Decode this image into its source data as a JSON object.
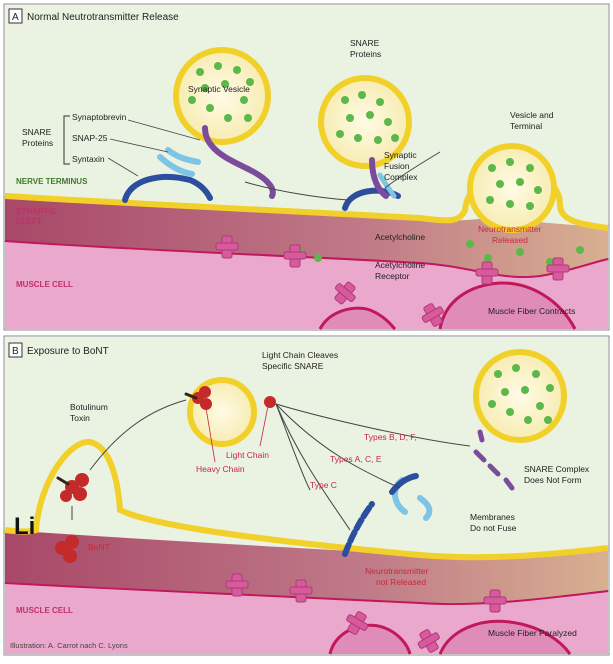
{
  "panel_a": {
    "letter": "A",
    "title": "Normal Neutrotransmitter Release",
    "labels": {
      "synaptic_vesicle": "Synaptic Vesicle",
      "snare_proteins_top_1": "SNARE",
      "snare_proteins_top_2": "Proteins",
      "vesicle_terminal_1": "Vesicle and",
      "vesicle_terminal_2": "Terminal",
      "snare_bracket_1": "SNARE",
      "snare_bracket_2": "Proteins",
      "synaptobrevin": "Synaptobrevin",
      "snap25": "SNAP-25",
      "syntaxin": "Syntaxin",
      "fusion_1": "Synaptic",
      "fusion_2": "Fusion",
      "fusion_3": "Complex",
      "nerve_terminus": "NERVE TERMINUS",
      "cleft_1": "SYNAPTIC",
      "cleft_2": "CLEFT",
      "nt_released_1": "Neurotransmitter",
      "nt_released_2": "Released",
      "acetylcholine": "Acetylcholine",
      "ach_receptor_1": "Acetylcholine",
      "ach_receptor_2": "Receptor",
      "muscle_cell": "MUSCLE CELL",
      "muscle_contracts": "Muscle Fiber Contracts"
    }
  },
  "panel_b": {
    "letter": "B",
    "title": "Exposure to BoNT",
    "labels": {
      "light_chain_cleaves_1": "Light Chain Cleaves",
      "light_chain_cleaves_2": "Specific SNARE",
      "botulinum_1": "Botulinum",
      "botulinum_2": "Toxin",
      "heavy_chain": "Heavy Chain",
      "light_chain": "Light Chain",
      "types_bdf": "Types B, D, F,",
      "types_ace": "Types A, C, E",
      "type_c": "Type C",
      "snare_complex_1": "SNARE Complex",
      "snare_complex_2": "Does Not Form",
      "membranes_1": "Membranes",
      "membranes_2": "Do not Fuse",
      "li": "Li",
      "bont": "BoNT",
      "nt_not_released_1": "Neurotransmitter",
      "nt_not_released_2": "not Released",
      "muscle_cell": "MUSCLE CELL",
      "muscle_paralyzed": "Muscle Fiber Paralyzed",
      "credit": "Illustration: A. Carrot nach C. Lyons"
    }
  },
  "colors": {
    "background": "#e8f1e0",
    "membrane": "#f5d83a",
    "cleft": "#b05070",
    "muscle": "#e8a6c8",
    "muscle_edge": "#c0185a",
    "vesicle_fill": "#fbf6d6",
    "vesicle_ring": "#f2d02a",
    "neurotransmitter": "#5cb84a",
    "receptor": "#d65a9c",
    "synaptobrevin": "#7b4c9c",
    "snap25": "#7ec4e4",
    "syntaxin": "#2c4e9e",
    "toxin": "#c42a2a",
    "label_red": "#c8283c"
  }
}
